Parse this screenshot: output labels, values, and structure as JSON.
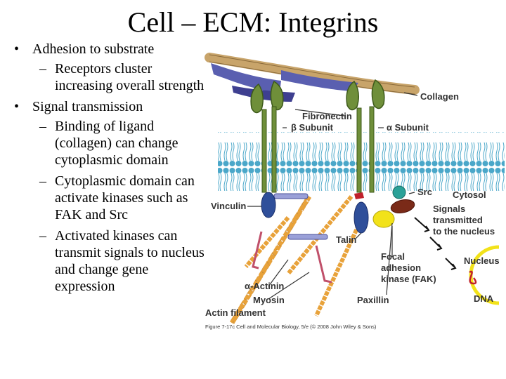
{
  "slide": {
    "title": "Cell – ECM: Integrins",
    "bullets": [
      {
        "text": "Adhesion to substrate",
        "sub": [
          "Receptors cluster increasing overall strength"
        ]
      },
      {
        "text": "Signal transmission",
        "sub": [
          "Binding of ligand (collagen) can change cytoplasmic domain",
          "Cytoplasmic domain can activate kinases such as FAK and Src",
          "Activated kinases can transmit signals to nucleus and change gene expression"
        ]
      }
    ]
  },
  "diagram": {
    "labels": {
      "collagen": "Collagen",
      "fibronectin": "Fibronectin",
      "beta": "β Subunit",
      "alpha": "α Subunit",
      "src": "Src",
      "cytosol": "Cytosol",
      "signals": [
        "Signals",
        "transmitted",
        "to the nucleus"
      ],
      "vinculin": "Vinculin",
      "talin": "Talin",
      "fak": [
        "Focal",
        "adhesion",
        "kinase (FAK)"
      ],
      "nucleus": "Nucleus",
      "dna": "DNA",
      "actinin": "α-Actinin",
      "myosin": "Myosin",
      "paxillin": "Paxillin",
      "actin": "Actin filament"
    },
    "caption": "Figure 7-17c  Cell and Molecular Biology, 5/e (© 2008 John Wiley & Sons)",
    "colors": {
      "collagen": "#c8a46a",
      "integrin": "#6f8f3a",
      "membrane": "#4aa7c9",
      "vinculin": "#2f4f9a",
      "talin": "#2f4f9a",
      "src": "#2aa198",
      "fak": "#7a2a18",
      "paxillin": "#f2e21a",
      "actin": "#e8a23a",
      "nucleus_outline": "#f2e21a"
    }
  }
}
